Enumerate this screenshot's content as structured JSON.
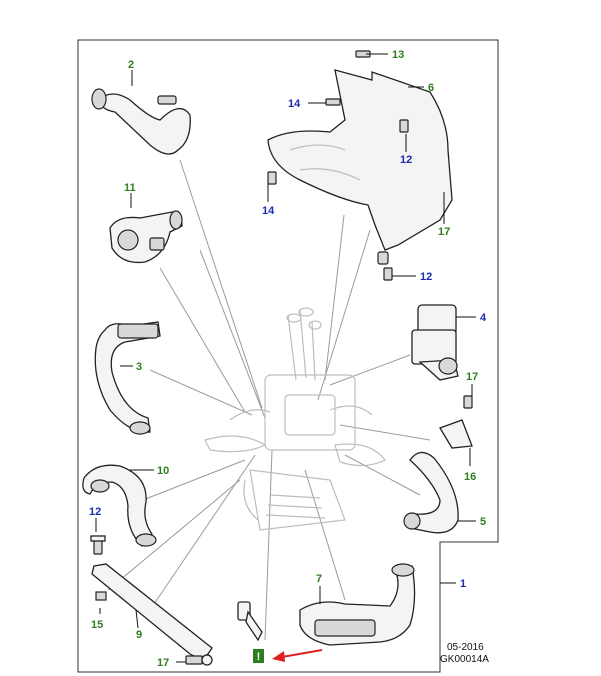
{
  "callouts": {
    "c1": "1",
    "c2": "2",
    "c3": "3",
    "c4": "4",
    "c5": "5",
    "c6": "6",
    "c7": "7",
    "c9": "9",
    "c10": "10",
    "c11": "11",
    "c12a": "12",
    "c12b": "12",
    "c12c": "12",
    "c13": "13",
    "c14a": "14",
    "c14b": "14",
    "c15": "15",
    "c16": "16",
    "c17a": "17",
    "c17b": "17",
    "c17c": "17",
    "info": "!"
  },
  "footer": {
    "date": "05-2016",
    "code": "GK00014A"
  },
  "colors": {
    "green": "#2e7d1e",
    "blue": "#1b2bb0",
    "arrow": "#e02020",
    "frame": "#333333"
  }
}
